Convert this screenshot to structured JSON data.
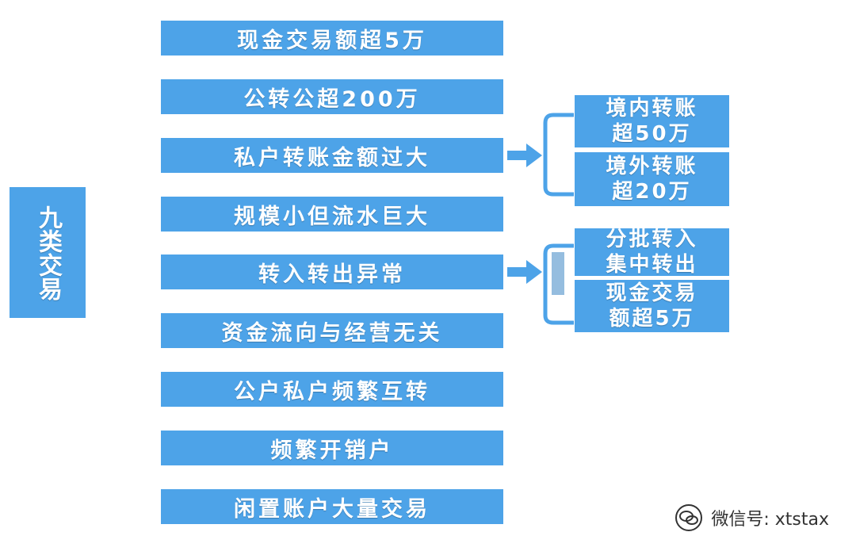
{
  "root": {
    "label": "九类交易"
  },
  "items": [
    {
      "label": "现金交易额超5万"
    },
    {
      "label": "公转公超200万"
    },
    {
      "label": "私户转账金额过大"
    },
    {
      "label": "规模小但流水巨大"
    },
    {
      "label": "转入转出异常"
    },
    {
      "label": "资金流向与经营无关"
    },
    {
      "label": "公户私户频繁互转"
    },
    {
      "label": "频繁开销户"
    },
    {
      "label": "闲置账户大量交易"
    }
  ],
  "sub_groups": [
    {
      "parent": "私户转账金额过大",
      "boxes": [
        {
          "line1": "境内转账",
          "line2": "超50万"
        },
        {
          "line1": "境外转账",
          "line2": "超20万"
        }
      ]
    },
    {
      "parent": "转入转出异常",
      "boxes": [
        {
          "line1": "分批转入",
          "line2": "集中转出"
        },
        {
          "line1": "现金交易",
          "line2": "额超5万"
        }
      ]
    }
  ],
  "watermark": {
    "text": "微信号: xtstax",
    "icon": "wechat-icon"
  },
  "colors": {
    "box_fill": "#4da3e8",
    "connector": "#4da3e8",
    "text": "#ffffff"
  }
}
